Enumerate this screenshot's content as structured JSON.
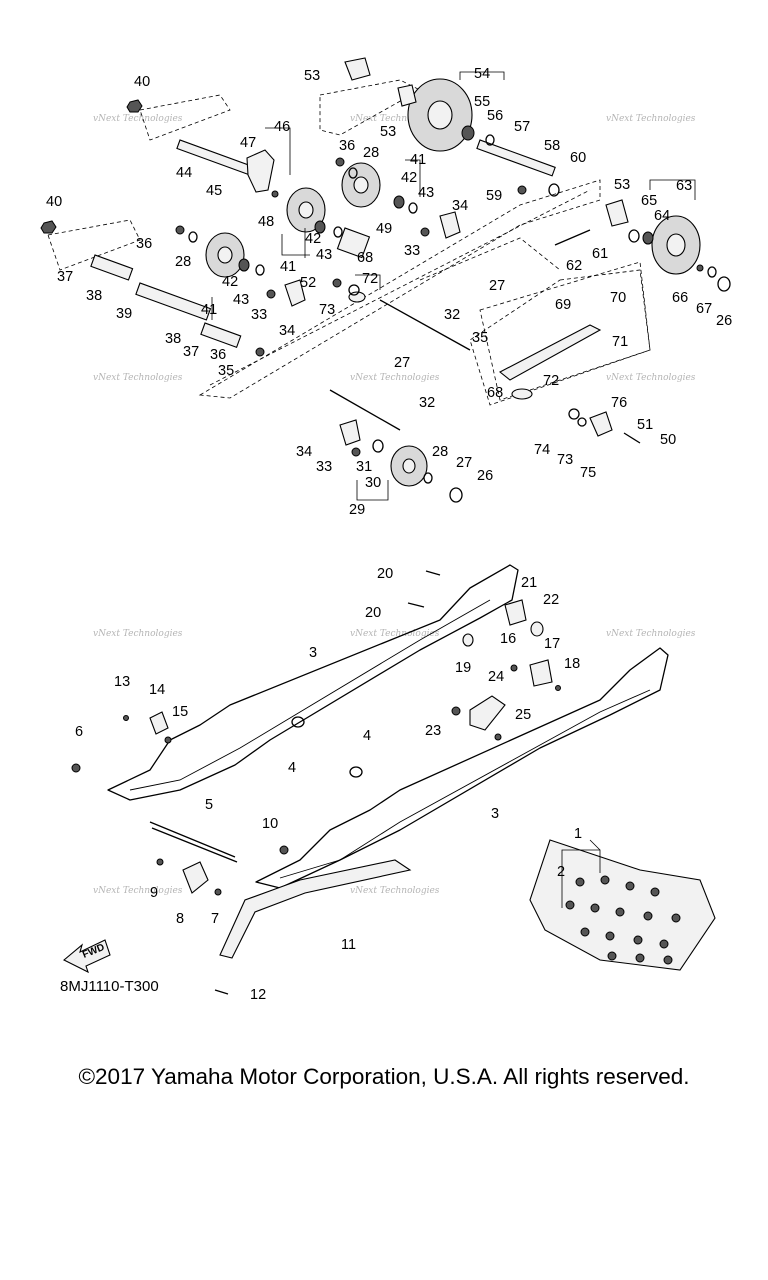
{
  "diagram": {
    "code": "8MJ1110-T300",
    "copyright": "©2017 Yamaha Motor Corporation, U.S.A. All rights reserved.",
    "fwd_label": "FWD",
    "watermark": "vNext Technologies"
  },
  "callouts": [
    {
      "id": "c53a",
      "label": "53"
    },
    {
      "id": "c54",
      "label": "54"
    },
    {
      "id": "c40a",
      "label": "40"
    },
    {
      "id": "c55",
      "label": "55"
    },
    {
      "id": "c56",
      "label": "56"
    },
    {
      "id": "c53b",
      "label": "53"
    },
    {
      "id": "c46",
      "label": "46"
    },
    {
      "id": "c57",
      "label": "57"
    },
    {
      "id": "c47",
      "label": "47"
    },
    {
      "id": "c36a",
      "label": "36"
    },
    {
      "id": "c28a",
      "label": "28"
    },
    {
      "id": "c58",
      "label": "58"
    },
    {
      "id": "c60",
      "label": "60"
    },
    {
      "id": "c44",
      "label": "44"
    },
    {
      "id": "c45",
      "label": "45"
    },
    {
      "id": "c41a",
      "label": "41"
    },
    {
      "id": "c42a",
      "label": "42"
    },
    {
      "id": "c53c",
      "label": "53"
    },
    {
      "id": "c63",
      "label": "63"
    },
    {
      "id": "c59",
      "label": "59"
    },
    {
      "id": "c43a",
      "label": "43"
    },
    {
      "id": "c65",
      "label": "65"
    },
    {
      "id": "c40b",
      "label": "40"
    },
    {
      "id": "c48",
      "label": "48"
    },
    {
      "id": "c34a",
      "label": "34"
    },
    {
      "id": "c64",
      "label": "64"
    },
    {
      "id": "c49",
      "label": "49"
    },
    {
      "id": "c42b",
      "label": "42"
    },
    {
      "id": "c36b",
      "label": "36"
    },
    {
      "id": "c33a",
      "label": "33"
    },
    {
      "id": "c43b",
      "label": "43"
    },
    {
      "id": "c61",
      "label": "61"
    },
    {
      "id": "c28b",
      "label": "28"
    },
    {
      "id": "c41b",
      "label": "41"
    },
    {
      "id": "c68a",
      "label": "68"
    },
    {
      "id": "c62",
      "label": "62"
    },
    {
      "id": "c37a",
      "label": "37"
    },
    {
      "id": "c72a",
      "label": "72"
    },
    {
      "id": "c52",
      "label": "52"
    },
    {
      "id": "c27a",
      "label": "27"
    },
    {
      "id": "c66",
      "label": "66"
    },
    {
      "id": "c38a",
      "label": "38"
    },
    {
      "id": "c42c",
      "label": "42"
    },
    {
      "id": "c70",
      "label": "70"
    },
    {
      "id": "c43c",
      "label": "43"
    },
    {
      "id": "c73a",
      "label": "73"
    },
    {
      "id": "c69",
      "label": "69"
    },
    {
      "id": "c67",
      "label": "67"
    },
    {
      "id": "c39",
      "label": "39"
    },
    {
      "id": "c41c",
      "label": "41"
    },
    {
      "id": "c33b",
      "label": "33"
    },
    {
      "id": "c32a",
      "label": "32"
    },
    {
      "id": "c26a",
      "label": "26"
    },
    {
      "id": "c34b",
      "label": "34"
    },
    {
      "id": "c35a",
      "label": "35"
    },
    {
      "id": "c71",
      "label": "71"
    },
    {
      "id": "c38b",
      "label": "38"
    },
    {
      "id": "c37b",
      "label": "37"
    },
    {
      "id": "c36c",
      "label": "36"
    },
    {
      "id": "c27b",
      "label": "27"
    },
    {
      "id": "c35b",
      "label": "35"
    },
    {
      "id": "c72b",
      "label": "72"
    },
    {
      "id": "c68b",
      "label": "68"
    },
    {
      "id": "c32b",
      "label": "32"
    },
    {
      "id": "c76",
      "label": "76"
    },
    {
      "id": "c51",
      "label": "51"
    },
    {
      "id": "c74",
      "label": "74"
    },
    {
      "id": "c50",
      "label": "50"
    },
    {
      "id": "c73b",
      "label": "73"
    },
    {
      "id": "c34c",
      "label": "34"
    },
    {
      "id": "c28c",
      "label": "28"
    },
    {
      "id": "c75",
      "label": "75"
    },
    {
      "id": "c33c",
      "label": "33"
    },
    {
      "id": "c31",
      "label": "31"
    },
    {
      "id": "c27c",
      "label": "27"
    },
    {
      "id": "c30",
      "label": "30"
    },
    {
      "id": "c26b",
      "label": "26"
    },
    {
      "id": "c29",
      "label": "29"
    },
    {
      "id": "c20a",
      "label": "20"
    },
    {
      "id": "c21",
      "label": "21"
    },
    {
      "id": "c22",
      "label": "22"
    },
    {
      "id": "c20b",
      "label": "20"
    },
    {
      "id": "c16",
      "label": "16"
    },
    {
      "id": "c17",
      "label": "17"
    },
    {
      "id": "c19",
      "label": "19"
    },
    {
      "id": "c3a",
      "label": "3"
    },
    {
      "id": "c18",
      "label": "18"
    },
    {
      "id": "c13",
      "label": "13"
    },
    {
      "id": "c14",
      "label": "14"
    },
    {
      "id": "c24",
      "label": "24"
    },
    {
      "id": "c15",
      "label": "15"
    },
    {
      "id": "c23",
      "label": "23"
    },
    {
      "id": "c25",
      "label": "25"
    },
    {
      "id": "c6",
      "label": "6"
    },
    {
      "id": "c4a",
      "label": "4"
    },
    {
      "id": "c4b",
      "label": "4"
    },
    {
      "id": "c3b",
      "label": "3"
    },
    {
      "id": "c5",
      "label": "5"
    },
    {
      "id": "c1",
      "label": "1"
    },
    {
      "id": "c10",
      "label": "10"
    },
    {
      "id": "c2",
      "label": "2"
    },
    {
      "id": "c9",
      "label": "9"
    },
    {
      "id": "c8",
      "label": "8"
    },
    {
      "id": "c7",
      "label": "7"
    },
    {
      "id": "c11",
      "label": "11"
    },
    {
      "id": "c12",
      "label": "12"
    }
  ]
}
